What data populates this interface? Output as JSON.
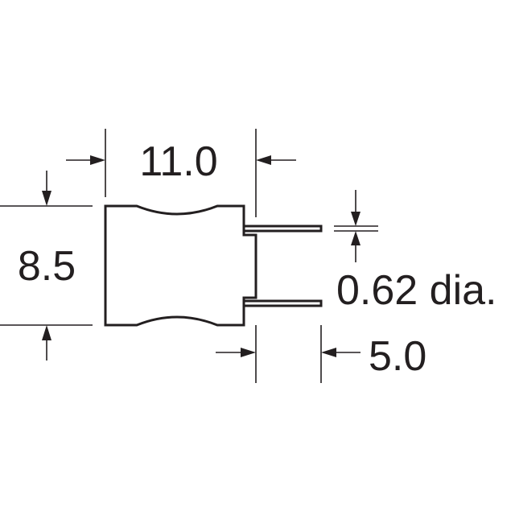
{
  "dimensions": {
    "width": "11.0",
    "height": "8.5",
    "lead_diameter": "0.62 dia.",
    "lead_spacing": "5.0"
  },
  "colors": {
    "line": "#231f20",
    "background": "#ffffff"
  }
}
